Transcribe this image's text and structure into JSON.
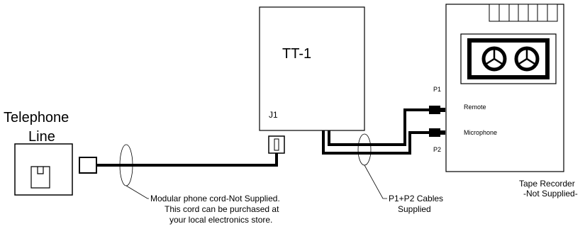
{
  "telephone": {
    "label_line1": "Telephone",
    "label_line2": "Line"
  },
  "device": {
    "title": "TT-1",
    "jack_label": "J1"
  },
  "recorder": {
    "remote_label": "Remote",
    "microphone_label": "Microphone",
    "caption_line1": "Tape Recorder",
    "caption_line2": "-Not Supplied-"
  },
  "plugs": {
    "p1": "P1",
    "p2": "P2"
  },
  "callouts": {
    "cord": {
      "line1": "Modular phone cord-Not Supplied.",
      "line2": "This cord can be purchased at",
      "line3": "your local electronics store."
    },
    "cables": {
      "line1": "P1+P2 Cables",
      "line2": "Supplied"
    }
  }
}
